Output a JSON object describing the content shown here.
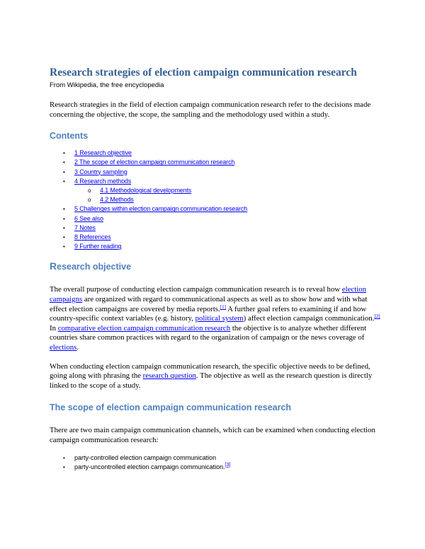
{
  "title": "Research strategies of election campaign communication research",
  "subtitle": "From Wikipedia, the free encyclopedia",
  "intro": "Research strategies in the field of election campaign communication research refer to the decisions made concerning the objective, the scope, the sampling and the methodology used within a study.",
  "contents": {
    "heading": "Contents",
    "items": [
      {
        "label": "1 Research objective",
        "sub": false
      },
      {
        "label": "2 The scope of election campaign communication research",
        "sub": false
      },
      {
        "label": "3 Country sampling",
        "sub": false
      },
      {
        "label": "4 Research methods",
        "sub": false
      },
      {
        "label": "4.1 Methodological developments",
        "sub": true
      },
      {
        "label": "4.2 Methods",
        "sub": true
      },
      {
        "label": "5 Challenges within election campaign communication research",
        "sub": false
      },
      {
        "label": "6 See also",
        "sub": false
      },
      {
        "label": "7 Notes",
        "sub": false
      },
      {
        "label": "8 References",
        "sub": false
      },
      {
        "label": "9 Further reading",
        "sub": false
      }
    ]
  },
  "section1": {
    "heading_cap": "R",
    "heading_rest": "esearch objective",
    "p1": {
      "t1": "The overall purpose of conducting election campaign communication research is to reveal how ",
      "link1": "election campaigns",
      "t2": " are organized with regard to communicational aspects as well as to show how and with what effect election campaigns are covered by media reports.",
      "ref1": "[1]",
      "t3": " A further goal refers to examining if and how country-specific context variables (e.g. history, ",
      "link2": "political system",
      "t4": ") affect election campaign communication.",
      "ref2": "[2]",
      "t5": " In ",
      "link3": "comparative election campaign communication research",
      "t6": " the objective is to analyze whether different countries share common practices with regard to the organization of campaign or the news coverage of ",
      "link4": "elections",
      "t7": "."
    },
    "p2": {
      "t1": "When conducting election campaign communication research, the specific objective needs to be defined, going along with phrasing the ",
      "link1": "research question",
      "t2": ". The objective as well as the research question is directly linked to the scope of a study."
    }
  },
  "section2": {
    "heading": "The scope of election campaign communication research",
    "p1": "There are two main campaign communication channels, which can be examined when conducting election campaign communication research:",
    "bullets": [
      {
        "text": "party-controlled election campaign communication",
        "ref": ""
      },
      {
        "text": "party-uncontrolled election campaign communication.",
        "ref": "[3]"
      }
    ]
  }
}
